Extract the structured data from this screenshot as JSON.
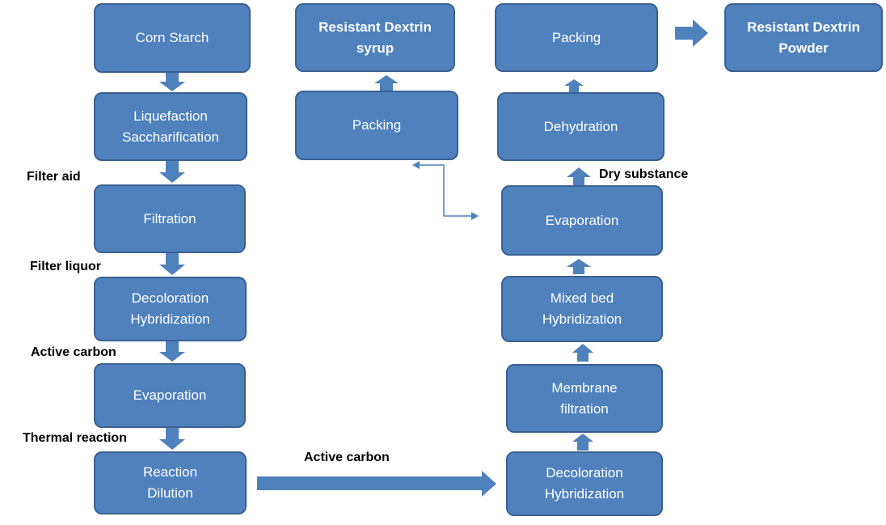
{
  "diagram": {
    "colors": {
      "box_fill": "#4f81bd",
      "box_border": "#3a6191",
      "box_text": "#ffffff",
      "arrow": "#4f81bd",
      "note_text": "#000000"
    },
    "left_column": [
      "Corn Starch",
      "Liquefaction\nSaccharification",
      "Filtration",
      "Decoloration\nHybridization",
      "Evaporation",
      "Reaction\nDilution"
    ],
    "middle_column": {
      "packing": "Packing",
      "syrup_product": "Resistant Dextrin\nsyrup"
    },
    "right_column": [
      "Packing",
      "Dehydration",
      "Evaporation",
      "Mixed bed\nHybridization",
      "Membrane\nfiltration",
      "Decoloration\nHybridization"
    ],
    "powder_product": "Resistant Dextrin\nPowder",
    "notes": {
      "filter_aid": "Filter aid",
      "filter_liquor": "Filter liquor",
      "active_carbon_left": "Active carbon",
      "thermal_reaction": "Thermal reaction",
      "active_carbon_bottom": "Active carbon",
      "dry_substance": "Dry substance"
    }
  }
}
